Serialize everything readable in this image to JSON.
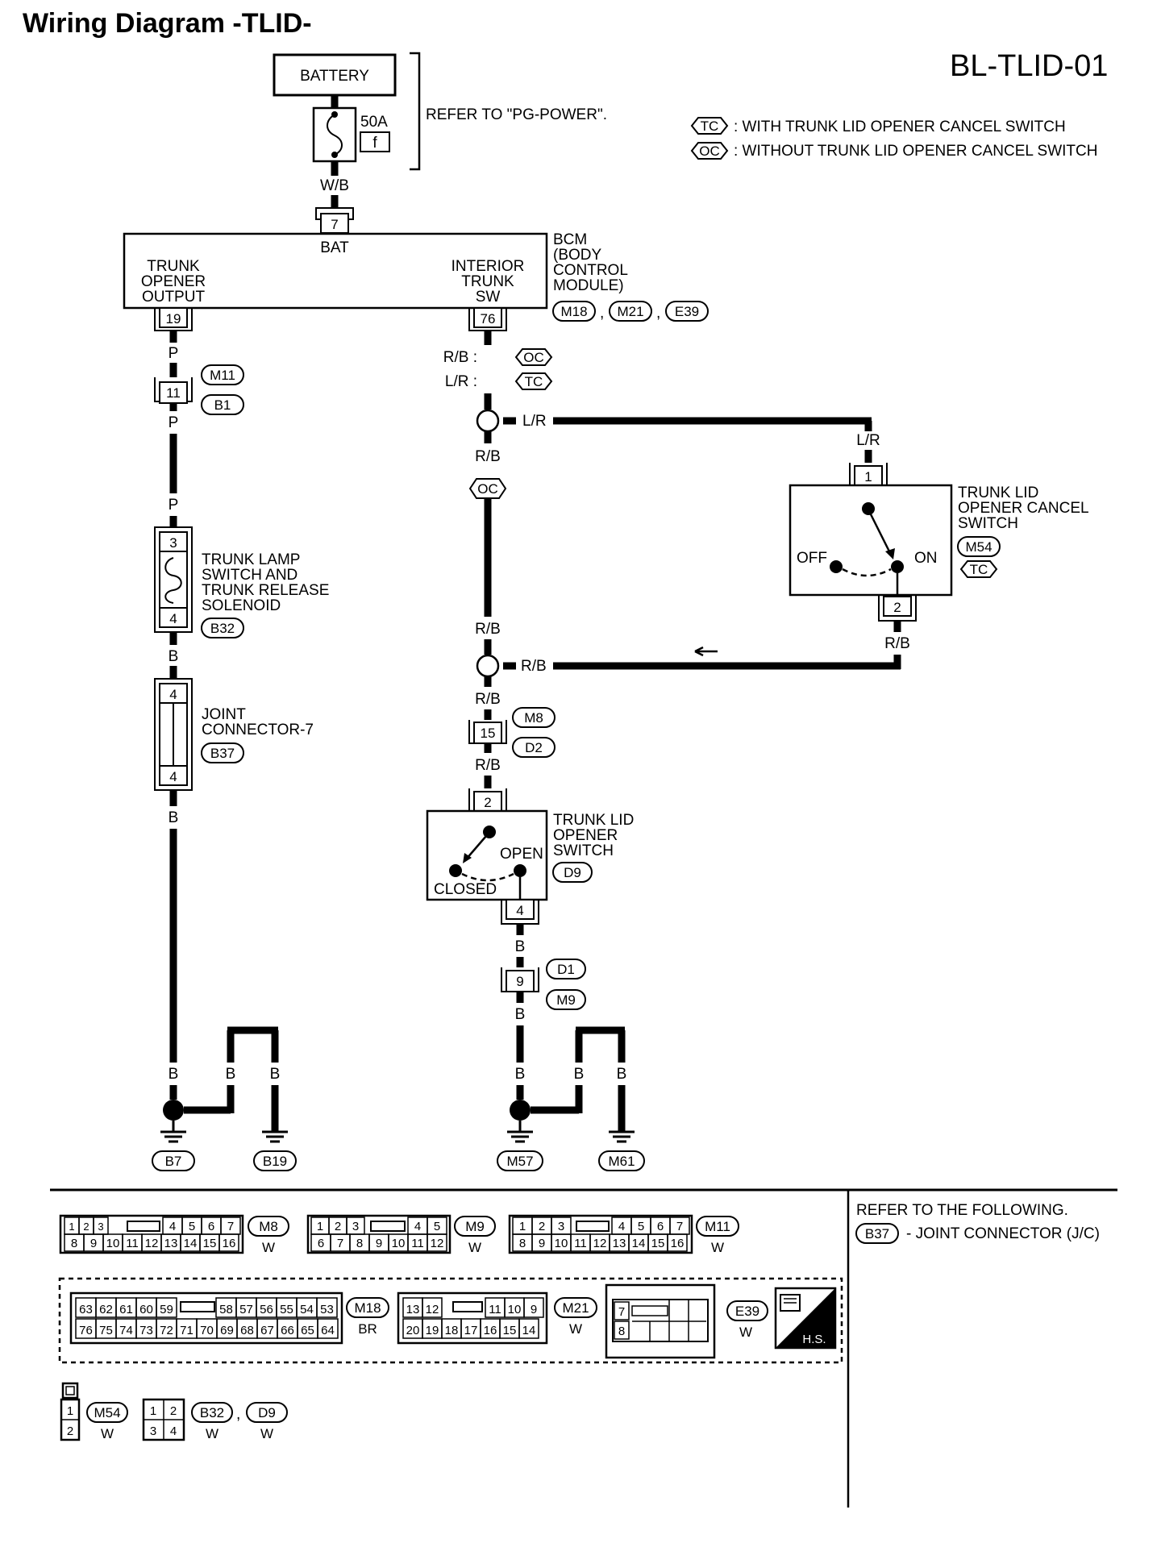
{
  "title": "Wiring Diagram -TLID-",
  "code": "BL-TLID-01",
  "legend": {
    "tc_tag": "TC",
    "tc_text": ": WITH TRUNK LID OPENER CANCEL SWITCH",
    "oc_tag": "OC",
    "oc_text": ": WITHOUT TRUNK LID OPENER CANCEL SWITCH"
  },
  "battery": {
    "label": "BATTERY",
    "fuse_rating": "50A",
    "fuse_id": "f",
    "refer": "REFER TO \"PG-POWER\"."
  },
  "wires": {
    "wb": "W/B",
    "p1": "P",
    "p2": "P",
    "p3": "P",
    "rb_oc": "R/B :",
    "lr_tc": "L/R :",
    "lr_h": "L/R",
    "lr_v": "L/R",
    "rb1": "R/B",
    "rb2": "R/B",
    "rb_h": "R/B",
    "rb_sw2": "R/B",
    "rb3": "R/B",
    "rb4": "R/B",
    "b1": "B",
    "b2": "B",
    "b3": "B",
    "b4": "B",
    "b5": "B",
    "b6": "B",
    "b7": "B",
    "b8": "B",
    "b9": "B",
    "b10": "B"
  },
  "bcm": {
    "pin_bat": "7",
    "bat": "BAT",
    "out_l1": "TRUNK",
    "out_l2": "OPENER",
    "out_l3": "OUTPUT",
    "in_l1": "INTERIOR",
    "in_l2": "TRUNK",
    "in_l3": "SW",
    "name_l1": "BCM",
    "name_l2": "(BODY",
    "name_l3": "CONTROL",
    "name_l4": "MODULE)",
    "pin_out": "19",
    "pin_in": "76",
    "c1": "M18",
    "c2": "M21",
    "c3": "E39",
    "sep1": ",",
    "sep2": ","
  },
  "oc_tag1": "OC",
  "tc_tag1": "TC",
  "oc_tag2": "OC",
  "conn_m11": {
    "pin": "11",
    "c1": "M11",
    "c2": "B1"
  },
  "solenoid": {
    "pin_top": "3",
    "pin_bot": "4",
    "l1": "TRUNK LAMP",
    "l2": "SWITCH AND",
    "l3": "TRUNK RELEASE",
    "l4": "SOLENOID",
    "conn": "B32"
  },
  "joint": {
    "pin_top": "4",
    "pin_bot": "4",
    "l1": "JOINT",
    "l2": "CONNECTOR-7",
    "conn": "B37"
  },
  "cancel_sw": {
    "pin_top": "1",
    "pin_bot": "2",
    "l1": "TRUNK LID",
    "l2": "OPENER CANCEL",
    "l3": "SWITCH",
    "off": "OFF",
    "on": "ON",
    "conn": "M54",
    "tag": "TC"
  },
  "conn_m8": {
    "pin": "15",
    "c1": "M8",
    "c2": "D2"
  },
  "opener_sw": {
    "pin_top": "2",
    "pin_bot": "4",
    "l1": "TRUNK LID",
    "l2": "OPENER",
    "l3": "SWITCH",
    "open": "OPEN",
    "closed": "CLOSED",
    "conn": "D9"
  },
  "conn_d1": {
    "pin": "9",
    "c1": "D1",
    "c2": "M9"
  },
  "grounds": {
    "g1": "B7",
    "g2": "B19",
    "g3": "M57",
    "g4": "M61"
  },
  "connectors": {
    "m8": {
      "id": "M8",
      "color": "W",
      "row1a": [
        "1",
        "2",
        "3"
      ],
      "row1b": [
        "4",
        "5",
        "6",
        "7"
      ],
      "row2": [
        "8",
        "9",
        "10",
        "11",
        "12",
        "13",
        "14",
        "15",
        "16"
      ]
    },
    "m9": {
      "id": "M9",
      "color": "W",
      "row1a": [
        "1",
        "2",
        "3"
      ],
      "row1b": [
        "4",
        "5"
      ],
      "row2": [
        "6",
        "7",
        "8",
        "9",
        "10",
        "11",
        "12"
      ]
    },
    "m11": {
      "id": "M11",
      "color": "W",
      "row1a": [
        "1",
        "2",
        "3"
      ],
      "row1b": [
        "4",
        "5",
        "6",
        "7"
      ],
      "row2": [
        "8",
        "9",
        "10",
        "11",
        "12",
        "13",
        "14",
        "15",
        "16"
      ]
    },
    "m18": {
      "id": "M18",
      "color": "BR",
      "row1a": [
        "63",
        "62",
        "61",
        "60",
        "59"
      ],
      "row1b": [
        "58",
        "57",
        "56",
        "55",
        "54",
        "53"
      ],
      "row2": [
        "76",
        "75",
        "74",
        "73",
        "72",
        "71",
        "70",
        "69",
        "68",
        "67",
        "66",
        "65",
        "64"
      ]
    },
    "m21": {
      "id": "M21",
      "color": "W",
      "row1a": [
        "13",
        "12"
      ],
      "row1b": [
        "11",
        "10",
        "9"
      ],
      "row2": [
        "20",
        "19",
        "18",
        "17",
        "16",
        "15",
        "14"
      ]
    },
    "e39": {
      "id": "E39",
      "color": "W",
      "p1": "7",
      "p2": "8"
    },
    "m54": {
      "id": "M54",
      "color": "W",
      "p1": "1",
      "p2": "2"
    },
    "b32": {
      "id": "B32",
      "id2": "D9",
      "sep": ",",
      "color": "W",
      "color2": "W",
      "row1": [
        "1",
        "2"
      ],
      "row2": [
        "3",
        "4"
      ]
    },
    "hs": "H.S."
  },
  "refer": {
    "l1": "REFER TO THE FOLLOWING.",
    "conn": "B37",
    "text": "- JOINT CONNECTOR (J/C)"
  }
}
